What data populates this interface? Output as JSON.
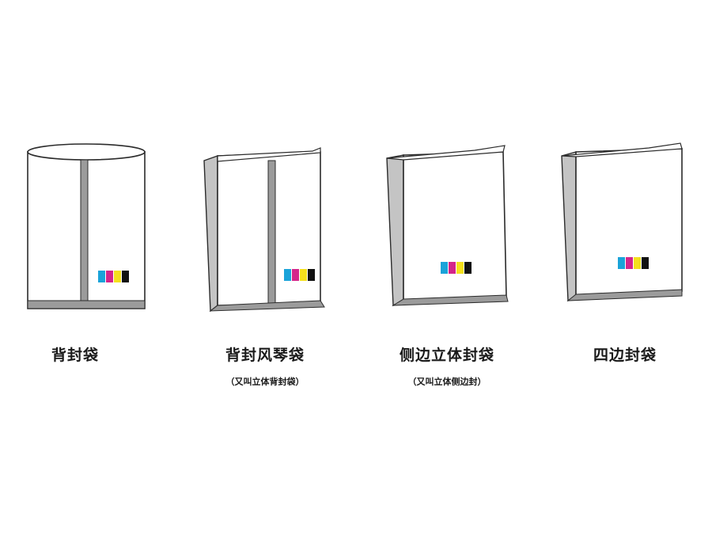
{
  "colors": {
    "outline": "#2b2b2b",
    "seal": "#9b9b9b",
    "seal_light": "#c4c4c4",
    "cyan": "#1aa3d9",
    "magenta": "#d4258a",
    "yellow": "#f5e01c",
    "black": "#111111"
  },
  "bags": [
    {
      "id": "back-seal-bag",
      "title": "背封袋",
      "subtitle": ""
    },
    {
      "id": "back-seal-gusset-bag",
      "title": "背封风琴袋",
      "subtitle": "（又叫立体背封袋）"
    },
    {
      "id": "side-gusset-bag",
      "title": "侧边立体封袋",
      "subtitle": "（又叫立体侧边封）"
    },
    {
      "id": "four-side-seal-bag",
      "title": "四边封袋",
      "subtitle": ""
    }
  ]
}
